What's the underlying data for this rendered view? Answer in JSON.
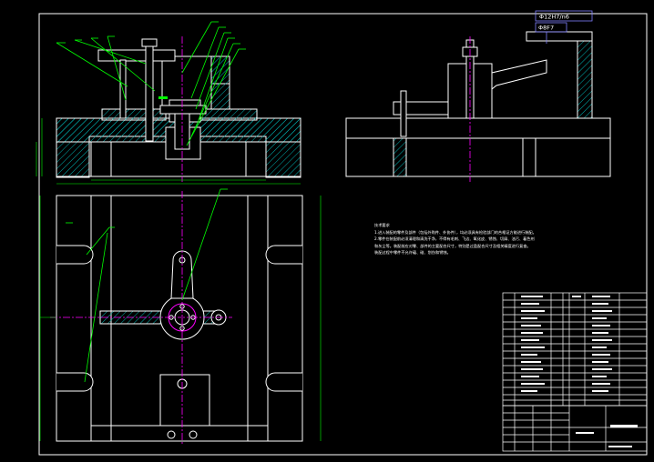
{
  "technical_requirements": {
    "title": "技术要求",
    "items": [
      "1.进入装配的零件及部件（包括外购件、外协件），均必须具有检验部门的合格证方能进行装配。",
      "2.零件在装配前必须清理和清洗干净，不得有毛刺、飞边、氧化皮、锈蚀、切屑、油污、着色剂",
      "和灰尘等。装配前应对零、部件的主要配合尺寸，特别是过盈配合尺寸及相关精度进行复查。",
      "装配过程中零件不允许磕、碰、划伤和锈蚀。"
    ]
  },
  "fit_callouts": [
    "Φ12H7/n6",
    "Φ8F7"
  ],
  "colors": {
    "background": "#000000",
    "outline": "#ffffff",
    "hatch": "#00b0b0",
    "leader": "#00ff00",
    "centerline": "#ff00ff",
    "dimension": "#ff3030",
    "callout_box": "#8080ff"
  }
}
